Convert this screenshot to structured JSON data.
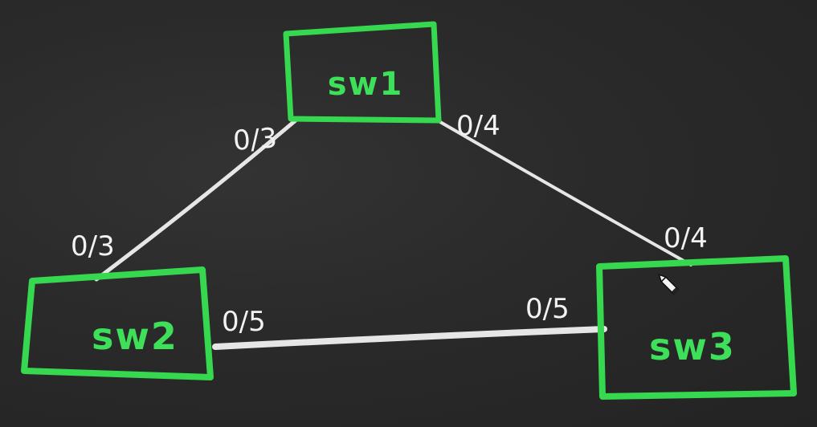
{
  "colors": {
    "board": "#2b2b2b",
    "switch_outline": "#36d84f",
    "switch_text": "#3ee05a",
    "cable": "#e6e6e6",
    "port_text": "#f2f2f2"
  },
  "switches": {
    "sw1": {
      "label": "sw1"
    },
    "sw2": {
      "label": "sw2"
    },
    "sw3": {
      "label": "sw3"
    }
  },
  "links": [
    {
      "from": "sw1",
      "from_port": "0/3",
      "to": "sw2",
      "to_port": "0/3"
    },
    {
      "from": "sw1",
      "from_port": "0/4",
      "to": "sw3",
      "to_port": "0/4"
    },
    {
      "from": "sw2",
      "from_port": "0/5",
      "to": "sw3",
      "to_port": "0/5"
    }
  ],
  "cursor_icon": "pencil-cursor-icon"
}
